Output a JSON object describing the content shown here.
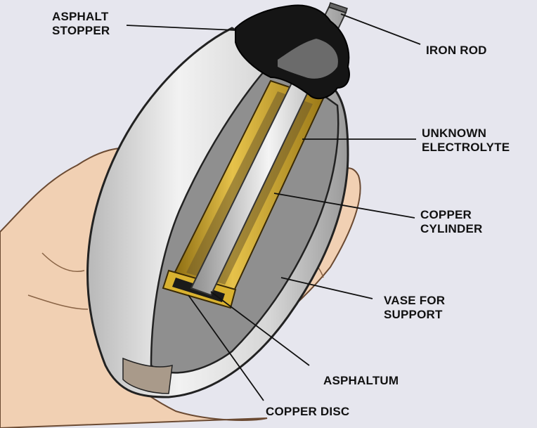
{
  "labels": {
    "asphalt_stopper": [
      "ASPHALT",
      "STOPPER"
    ],
    "iron_rod": "IRON ROD",
    "unknown_electrolyte": [
      "UNKNOWN",
      "ELECTROLYTE"
    ],
    "copper_cylinder": [
      "COPPER",
      "CYLINDER"
    ],
    "vase_for_support": [
      "VASE FOR",
      "SUPPORT"
    ],
    "asphaltum": "ASPHALTUM",
    "copper_disc": "COPPER DISC"
  },
  "colors": {
    "background": "#e6e6ee",
    "clay_vase": "#d9d9d9",
    "vase_interior": "#8f8f8f",
    "copper": "#c9a227",
    "iron_rod": "#cfcfcf",
    "asphalt": "#1a1a1a",
    "skin": "#f2d3b8"
  }
}
